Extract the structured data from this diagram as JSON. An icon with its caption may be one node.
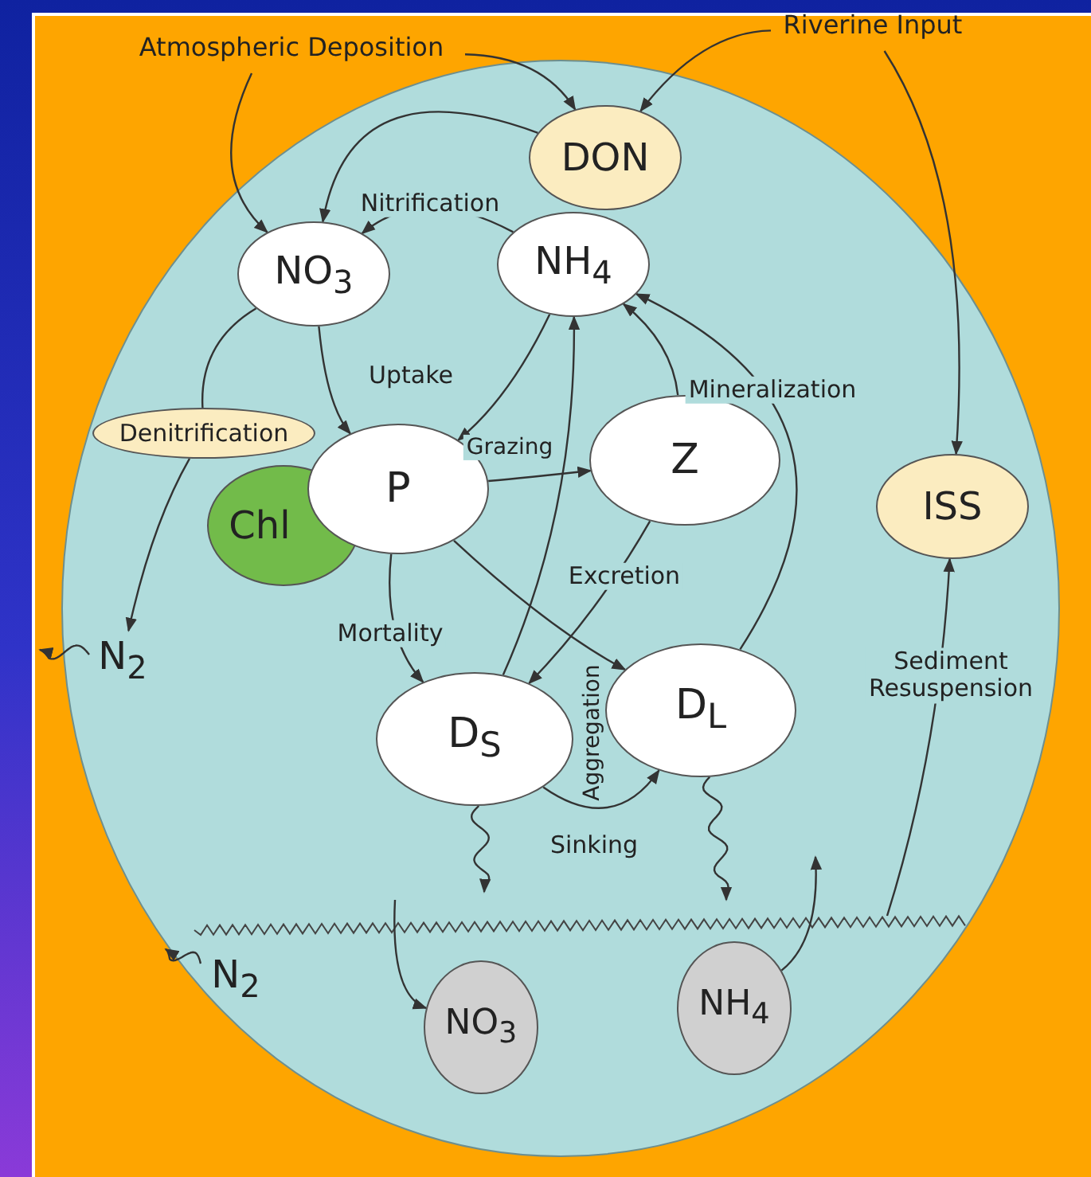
{
  "diagram": {
    "nodes": [
      {
        "text": [
          "Atmospheric Deposition"
        ]
      },
      {
        "text": [
          "Riverine Input"
        ]
      },
      {
        "text": [
          "DON"
        ]
      },
      {
        "text": [
          "NO$_{3}$"
        ]
      },
      {
        "text": [
          "NH$_{4}$"
        ]
      },
      {
        "text": [
          "Denitrification"
        ]
      },
      {
        "text": [
          "P"
        ]
      },
      {
        "text": [
          "Chl"
        ]
      },
      {
        "text": [
          "Z"
        ]
      },
      {
        "text": [
          "ISS"
        ]
      },
      {
        "text": [
          "N$_{2}$"
        ]
      },
      {
        "text": [
          "D$_{S}$"
        ]
      },
      {
        "text": [
          "D$_{L}$"
        ]
      },
      {
        "text": [
          "N$_{2}$"
        ]
      },
      {
        "text": [
          "NO$_{3}$"
        ]
      },
      {
        "text": [
          "NH$_{4}$"
        ]
      }
    ],
    "edges": [
      {
        "from": 0,
        "to": 2,
        "arrow": "to"
      },
      {
        "from": 0,
        "to": 3,
        "arrow": "to"
      },
      {
        "from": 1,
        "to": 2,
        "arrow": "to"
      },
      {
        "from": 1,
        "to": 9,
        "arrow": "to"
      },
      {
        "from": 2,
        "to": 3,
        "arrow": "to"
      },
      {
        "from": 4,
        "to": 3,
        "arrow": "to",
        "label": "Nitrification"
      },
      {
        "from": 3,
        "to": 6,
        "arrow": "to"
      },
      {
        "from": 4,
        "to": 6,
        "arrow": "to"
      },
      {
        "from": 3,
        "to": 5,
        "arrow": "none"
      },
      {
        "from": 5,
        "to": 10,
        "arrow": "to"
      },
      {
        "from": 6,
        "to": 8,
        "arrow": "to",
        "label": "Grazing"
      },
      {
        "from": 8,
        "to": 4,
        "arrow": "to"
      },
      {
        "from": 11,
        "to": 4,
        "arrow": "to"
      },
      {
        "from": 12,
        "to": 4,
        "arrow": "to",
        "label": "Mineralization"
      },
      {
        "from": 6,
        "to": 11,
        "arrow": "to",
        "label": "Mortality"
      },
      {
        "from": 6,
        "to": 12,
        "arrow": "to"
      },
      {
        "from": 8,
        "to": 11,
        "arrow": "to",
        "label": "Excretion"
      },
      {
        "from": 11,
        "to": 12,
        "arrow": "to",
        "label": "Aggregation"
      },
      {
        "from": 11,
        "to": null,
        "arrow": "to"
      },
      {
        "from": 12,
        "to": null,
        "arrow": "to"
      },
      {
        "from": 10,
        "to": null,
        "arrow": "to"
      },
      {
        "from": null,
        "to": 14,
        "arrow": "to"
      },
      {
        "from": 15,
        "to": null,
        "arrow": "to"
      },
      {
        "from": null,
        "to": 9,
        "arrow": "to",
        "label": "Sediment Resuspension"
      },
      {
        "from": 13,
        "to": null,
        "arrow": "to"
      }
    ],
    "labels": [
      "Uptake",
      "Sinking"
    ]
  }
}
